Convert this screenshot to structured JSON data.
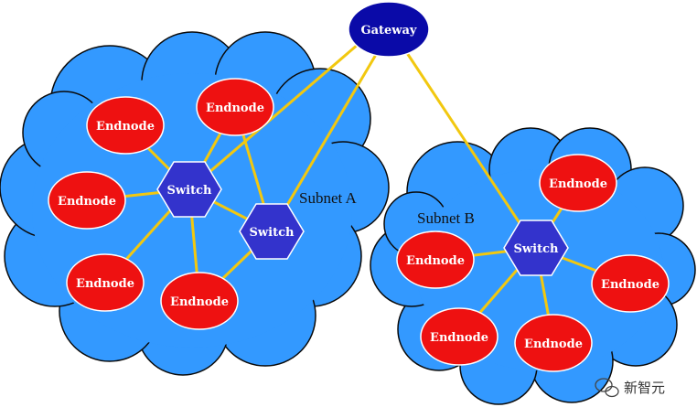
{
  "colors": {
    "cloud_fill": "#3399ff",
    "cloud_stroke": "#0a0a0a",
    "link": "#f2c80f",
    "endnode_fill": "#ee1111",
    "switch_fill": "#3333cc",
    "gateway_fill": "#0a0aa8"
  },
  "gateway": {
    "label": "Gateway"
  },
  "subnet_a": {
    "label": "Subnet A",
    "switches": [
      {
        "label": "Switch"
      },
      {
        "label": "Switch"
      }
    ],
    "endnodes": [
      {
        "label": "Endnode"
      },
      {
        "label": "Endnode"
      },
      {
        "label": "Endnode"
      },
      {
        "label": "Endnode"
      },
      {
        "label": "Endnode"
      }
    ]
  },
  "subnet_b": {
    "label": "Subnet B",
    "switches": [
      {
        "label": "Switch"
      }
    ],
    "endnodes": [
      {
        "label": "Endnode"
      },
      {
        "label": "Endnode"
      },
      {
        "label": "Endnode"
      },
      {
        "label": "Endnode"
      },
      {
        "label": "Endnode"
      }
    ]
  },
  "watermark": {
    "text": "新智元",
    "icon": "wechat-icon"
  }
}
